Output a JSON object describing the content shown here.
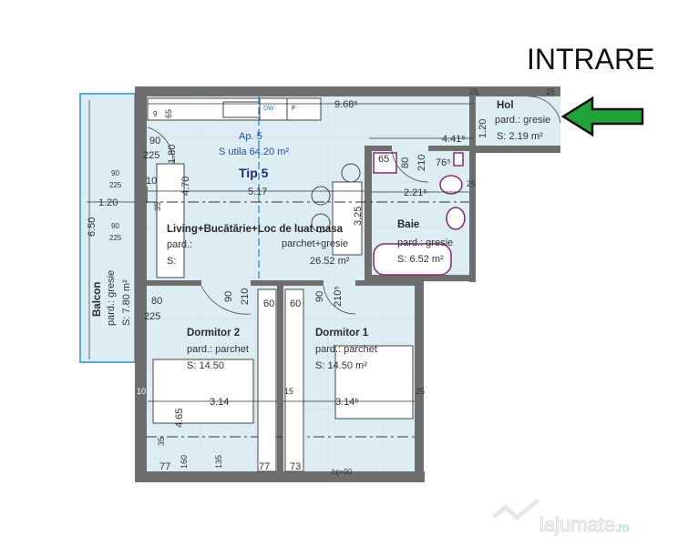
{
  "entrance_label": "INTRARE",
  "apartment": {
    "name": "Ap. 5",
    "usable_area": "S utila 64.20 m²",
    "type": "Tip 5"
  },
  "rooms": {
    "hol": {
      "name": "Hol",
      "floor": "pard.: gresie",
      "area": "S:   2.19 m²"
    },
    "living": {
      "name": "Living+Bucătărie+Loc de luat masa",
      "floor_label": "pard.:",
      "floor": "parchet+gresie",
      "area_label": "S:",
      "area": "26.52 m²"
    },
    "baie": {
      "name": "Baie",
      "floor": "pard.: gresie",
      "area": "S:   6.52 m²"
    },
    "balcon": {
      "name": "Balcon",
      "floor": "pard.: gresie",
      "area": "S:  7.80 m²"
    },
    "dormitor2": {
      "name": "Dormitor 2",
      "floor": "pard.: parchet",
      "area": "S: 14.50"
    },
    "dormitor1": {
      "name": "Dormitor 1",
      "floor": "pard.: parchet",
      "area": "S:     14.50 m²"
    }
  },
  "appliances": {
    "dishwasher": "DW",
    "fridge": "F"
  },
  "dimensions": {
    "d9685": "9.68⁵",
    "d4415": "4.41⁵",
    "d517": "5.17",
    "d2215": "2.21⁵",
    "d325": "3.25",
    "d470": "4.70",
    "d180": "1.80",
    "d650": "6.50",
    "d120": "1.20",
    "d120v": "1.20",
    "d314": "3.14",
    "d3145": "3.14⁵",
    "d465": "4.65",
    "w90a": "90",
    "w225a": "225",
    "w90b": "90",
    "w225b": "225",
    "w90c": "90",
    "w225c": "225",
    "w80": "80",
    "w225d": "225",
    "w65": "65",
    "w80b": "80",
    "w210": "210",
    "w765": "76⁵",
    "w90d": "90",
    "w210b": "210",
    "w60a": "60",
    "w60b": "60",
    "w90e": "90",
    "w210c": "210⁵",
    "w77a": "77",
    "w77b": "77",
    "w73": "73",
    "hp": "hp=90",
    "w160": "160",
    "w135": "135",
    "w25a": "25",
    "w25b": "25",
    "w25c": "25",
    "w25d": "25",
    "w10": "10",
    "w15": "15",
    "w35": "35",
    "w35b": "35",
    "w9": "9",
    "w65b": "65"
  },
  "watermark": "lajumate.ro",
  "colors": {
    "floor_fill": "#dcedf4",
    "wall": "#6e6e6e",
    "arrow": "#1fa33a",
    "bath_fixtures": "#8a2a6a",
    "text_blue": "#1f4fa8"
  }
}
